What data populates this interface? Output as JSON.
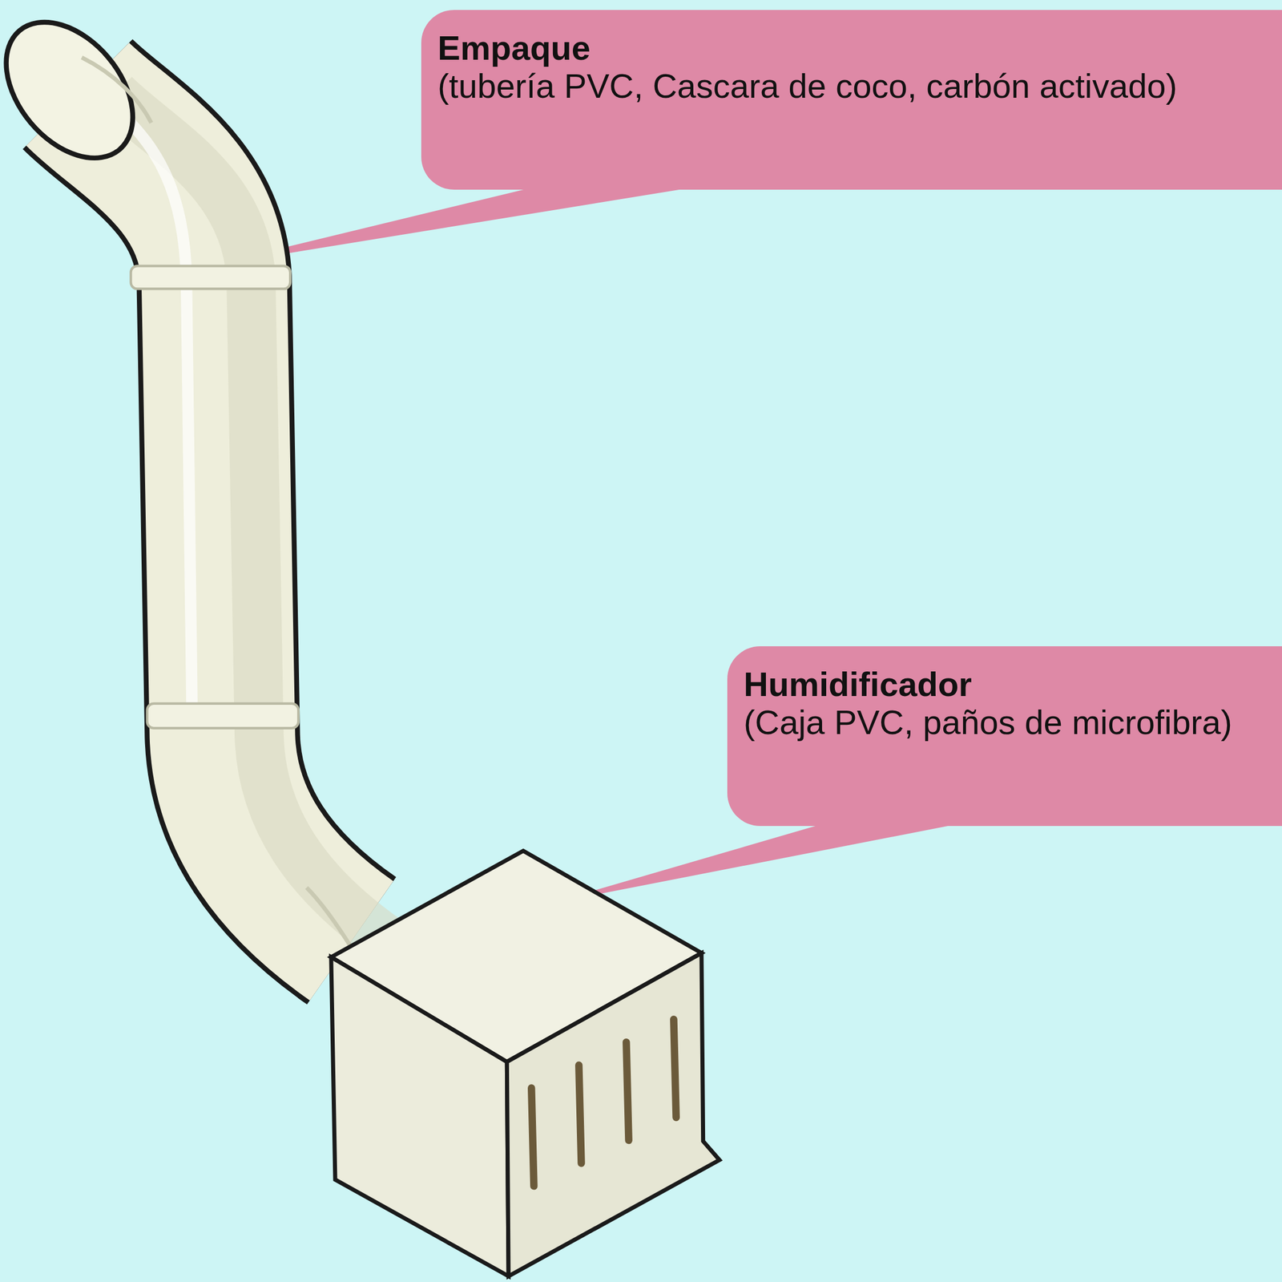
{
  "diagram": {
    "nodes": [
      {
        "text": [
          "Empaque",
          "(tubería PVC, Cascara de coco, carbón activado)"
        ]
      },
      {
        "text": [
          "Humidificador",
          "(Caja PVC, paños de microfibra)"
        ]
      }
    ]
  }
}
